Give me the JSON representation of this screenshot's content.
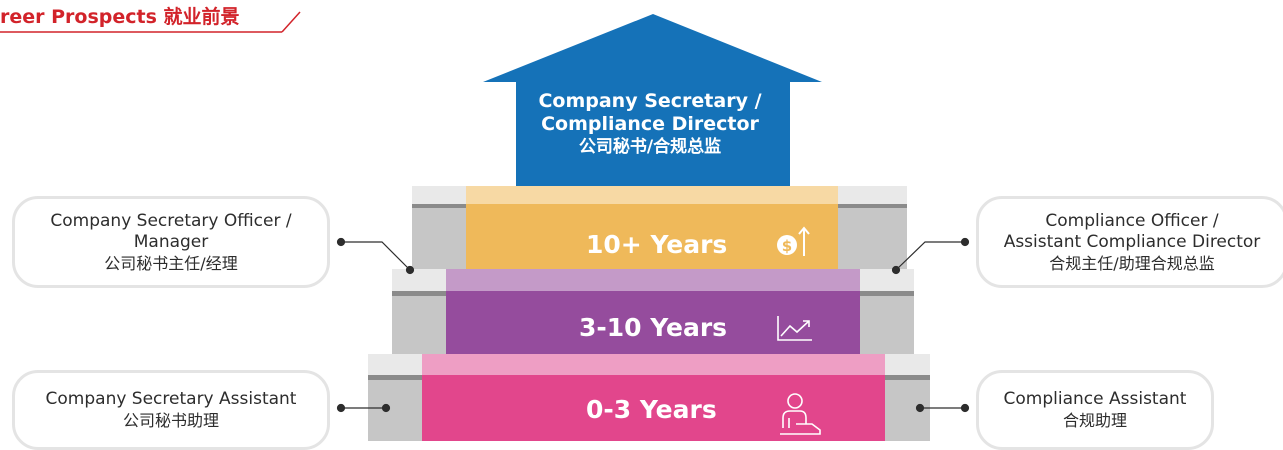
{
  "title": "reer Prospects 就业前景",
  "colors": {
    "title_red": "#d2232a",
    "arrow_blue": "#1572b8",
    "step_top": "#efb95a",
    "step_mid": "#954c9d",
    "step_bottom": "#e2468c",
    "stair_grey": "#c6c6c6"
  },
  "arrow": {
    "line1": "Company Secretary /",
    "line2": "Compliance Director",
    "line3": "公司秘书/合规总监"
  },
  "steps": [
    {
      "label": "10+ Years",
      "icon": "dollar-up-icon"
    },
    {
      "label": "3-10 Years",
      "icon": "growth-chart-icon"
    },
    {
      "label": "0-3 Years",
      "icon": "person-desk-icon"
    }
  ],
  "callouts": {
    "left_top": {
      "line1": "Company Secretary Officer /",
      "line2": "Manager",
      "line3": "公司秘书主任/经理"
    },
    "left_bottom": {
      "line1": "Company Secretary Assistant",
      "line2": "公司秘书助理"
    },
    "right_top": {
      "line1": "Compliance Officer /",
      "line2": "Assistant Compliance Director",
      "line3": "合规主任/助理合规总监"
    },
    "right_bottom": {
      "line1": "Compliance Assistant",
      "line2": "合规助理"
    }
  }
}
